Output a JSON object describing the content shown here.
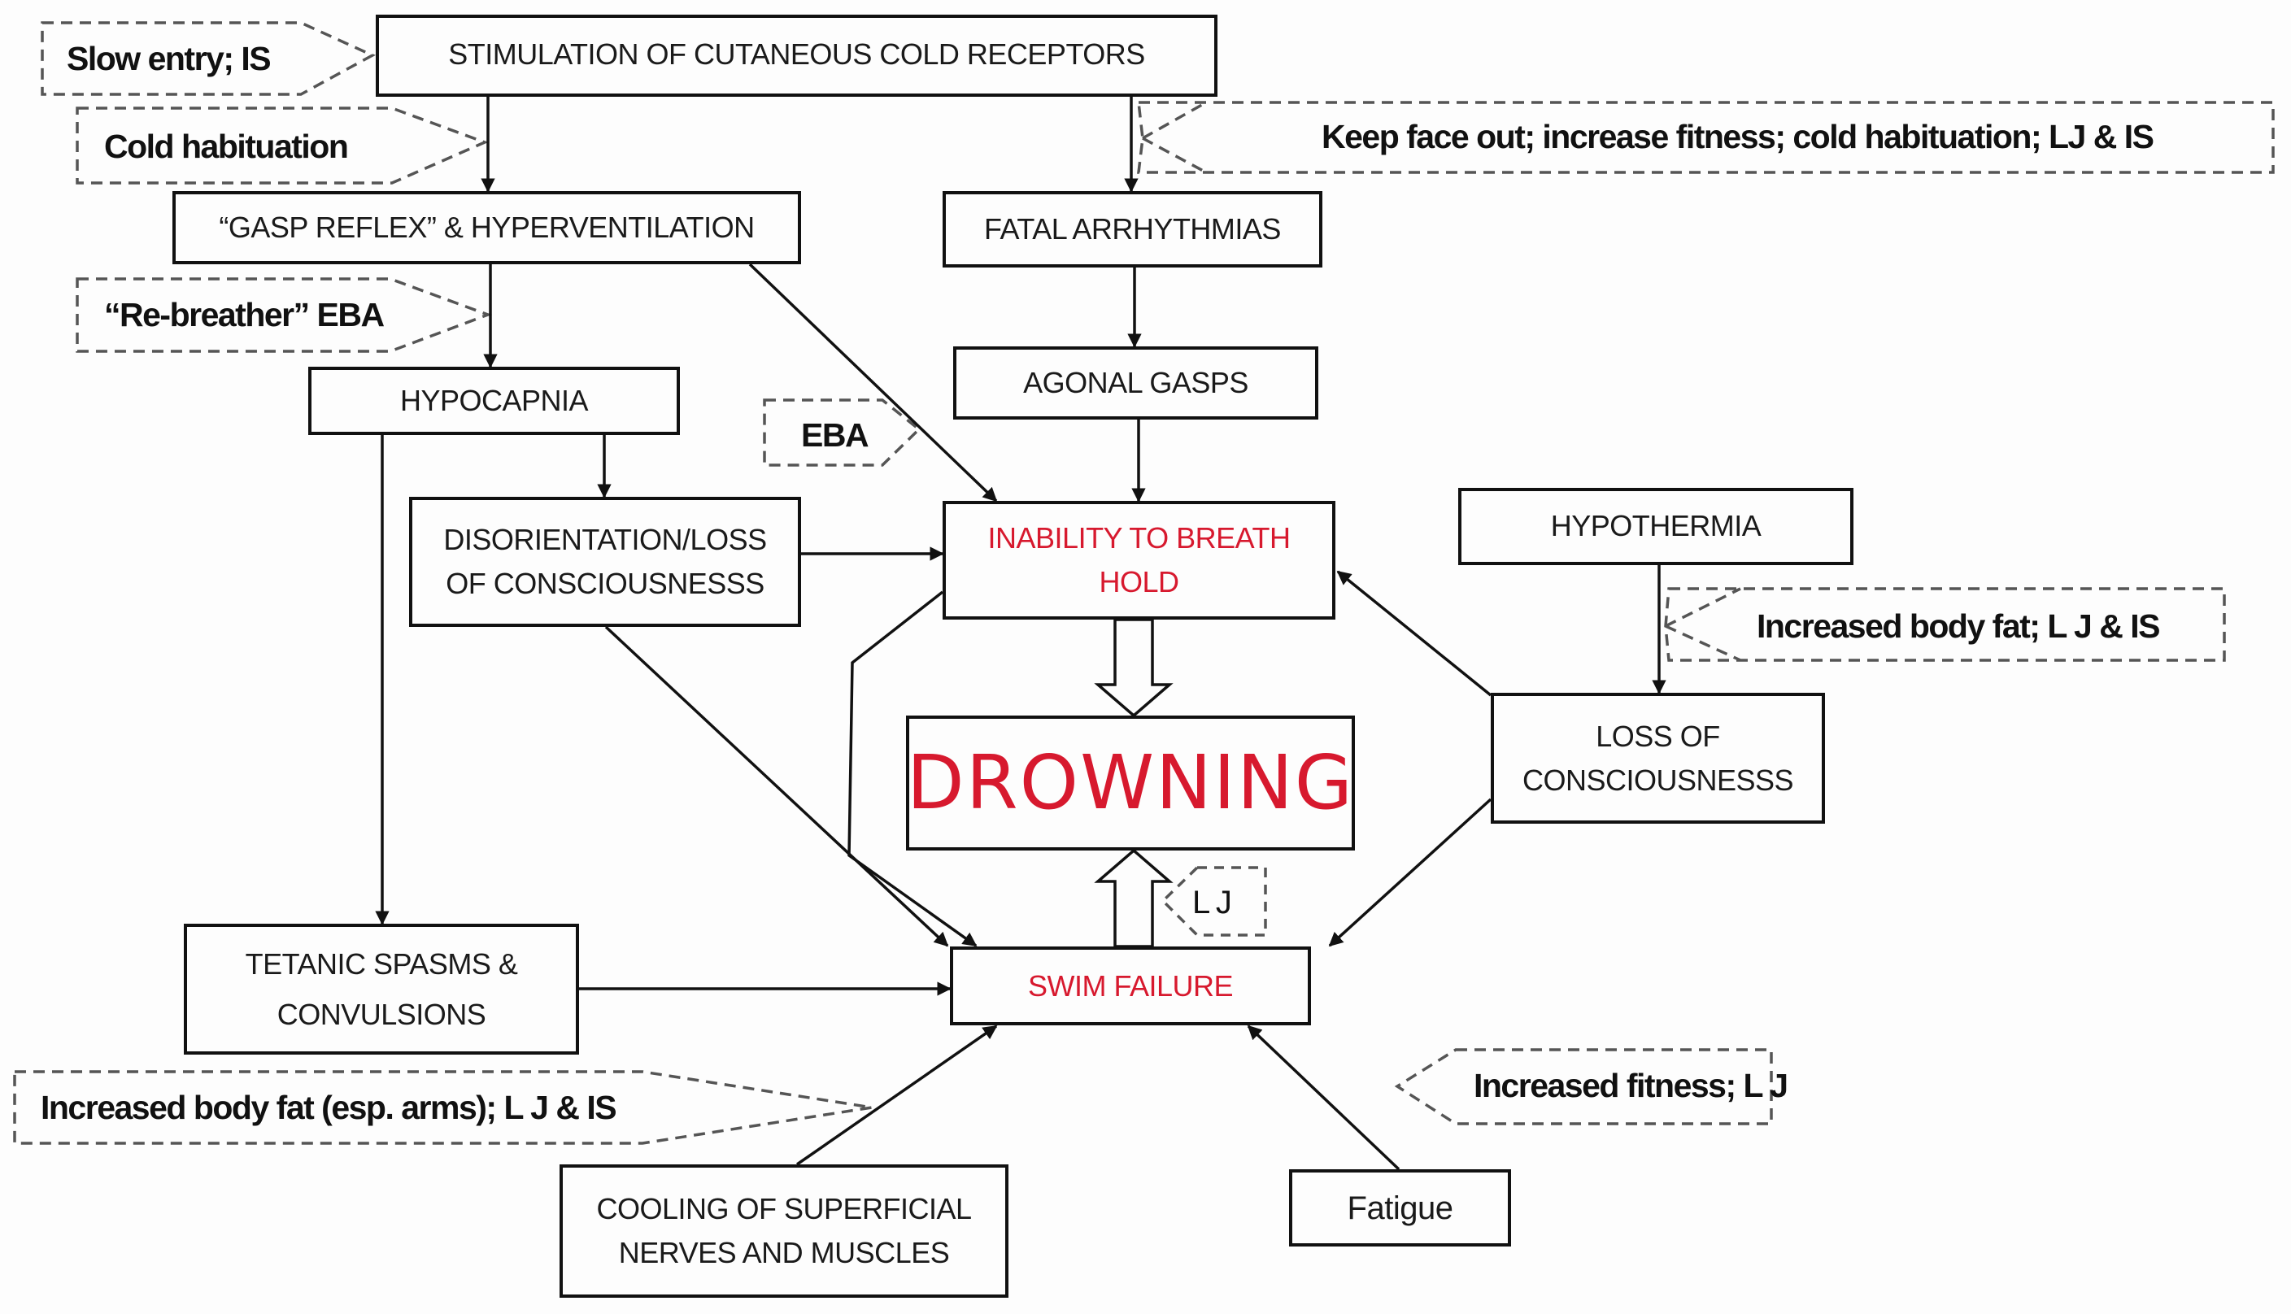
{
  "diagram": {
    "title": "Cold water immersion pathways to drowning",
    "accent_color": "#d7192e",
    "nodes": {
      "stimulation": "STIMULATION OF CUTANEOUS COLD RECEPTORS",
      "gasp": "“GASP REFLEX” & HYPERVENTILATION",
      "arrhythmias": "FATAL ARRHYTHMIAS",
      "hypocapnia": "HYPOCAPNIA",
      "agonal": "AGONAL GASPS",
      "disorientation": "DISORIENTATION/LOSS OF CONSCIOUSNESSS",
      "inability": "INABILITY TO BREATH HOLD",
      "hypothermia": "HYPOTHERMIA",
      "drowning": "DROWNING",
      "loss_consciousness": "LOSS OF CONSCIOUSNESSS",
      "tetanic": "TETANIC SPASMS & CONVULSIONS",
      "swim_failure": "SWIM FAILURE",
      "cooling": "COOLING OF SUPERFICIAL NERVES AND MUSCLES",
      "fatigue": "Fatigue"
    },
    "interventions": {
      "slow_entry": "Slow entry; IS",
      "cold_habituation": "Cold habituation",
      "keep_face_out": "Keep face out; increase fitness; cold habituation; LJ & IS",
      "rebreather": "“Re-breather” EBA",
      "eba": "EBA",
      "body_fat_lj_is": "Increased body fat; L J & IS",
      "lj": "L J",
      "body_fat_arms": "Increased body fat (esp. arms); L J & IS",
      "fitness_lj": "Increased fitness; L J"
    }
  }
}
